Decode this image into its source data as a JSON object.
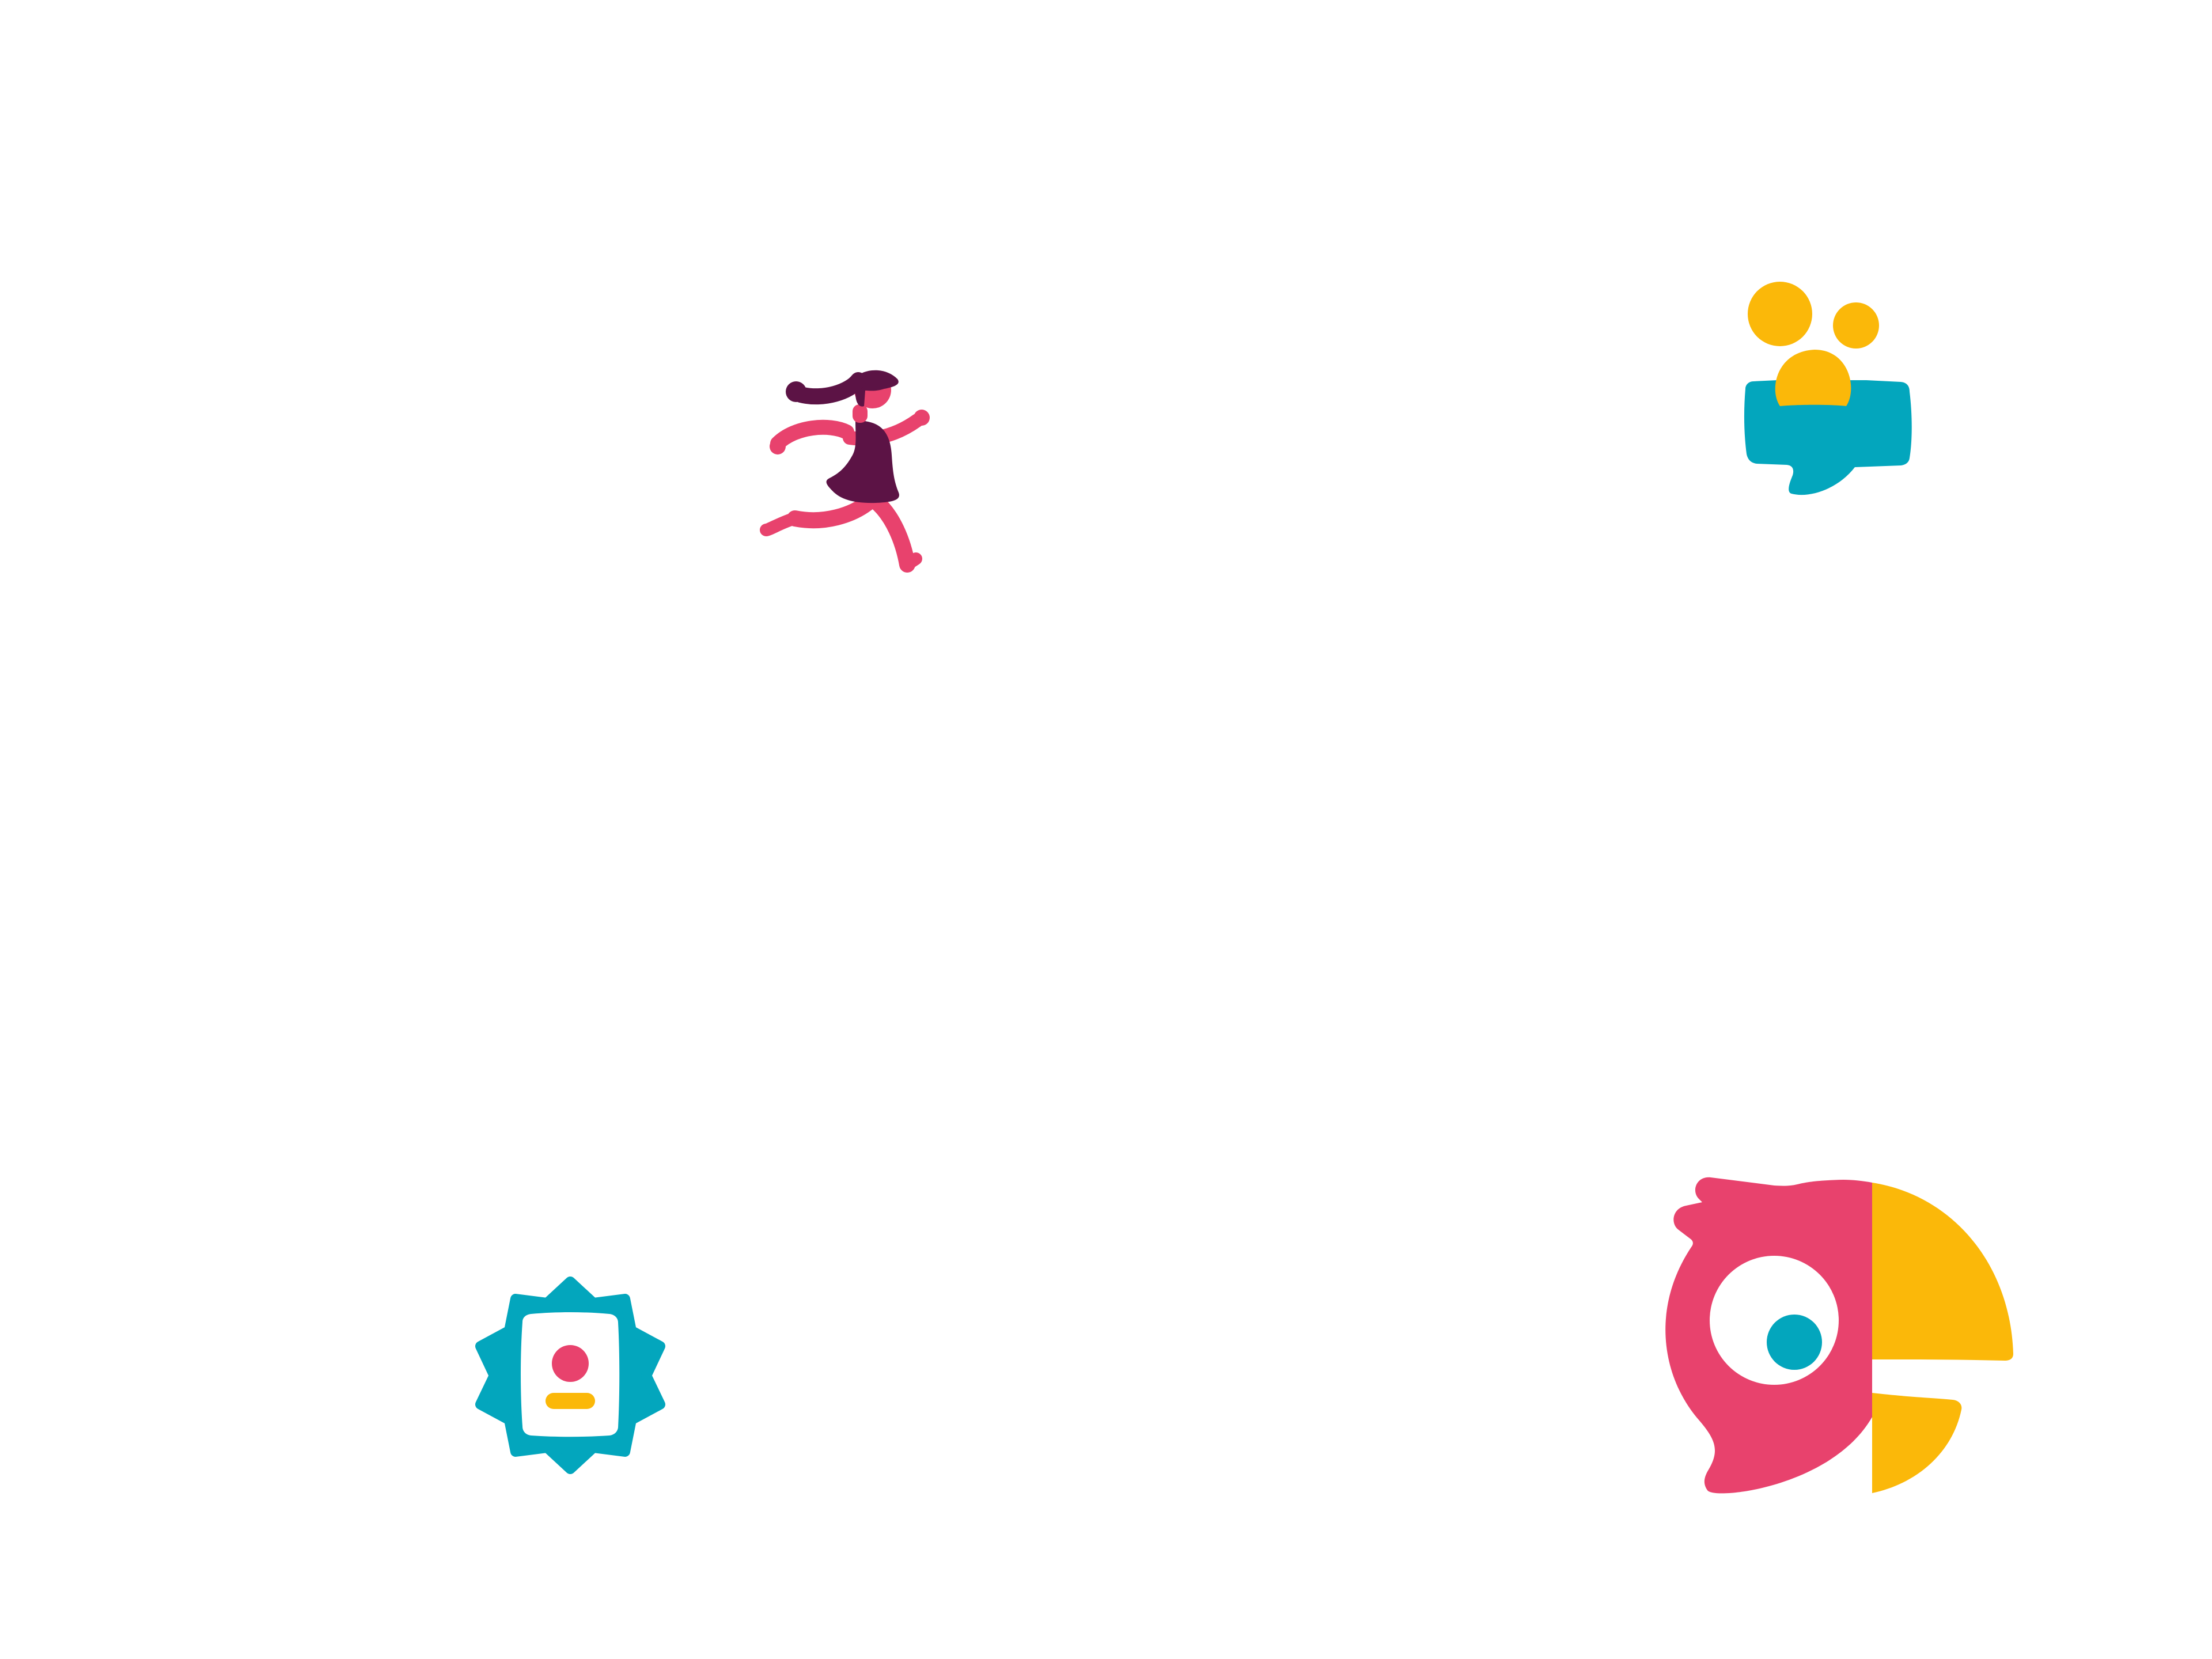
{
  "canvas": {
    "background": "#ffffff"
  },
  "palette": {
    "pink": "#e8426d",
    "plum": "#5c1345",
    "teal": "#03a6bd",
    "yellow": "#fbb809",
    "white": "#ffffff"
  },
  "illustrations": [
    {
      "id": "runner",
      "icon": "running-girl-icon"
    },
    {
      "id": "people",
      "icon": "group-chat-icon"
    },
    {
      "id": "badge",
      "icon": "id-badge-icon"
    },
    {
      "id": "parrot",
      "icon": "parrot-icon"
    }
  ]
}
